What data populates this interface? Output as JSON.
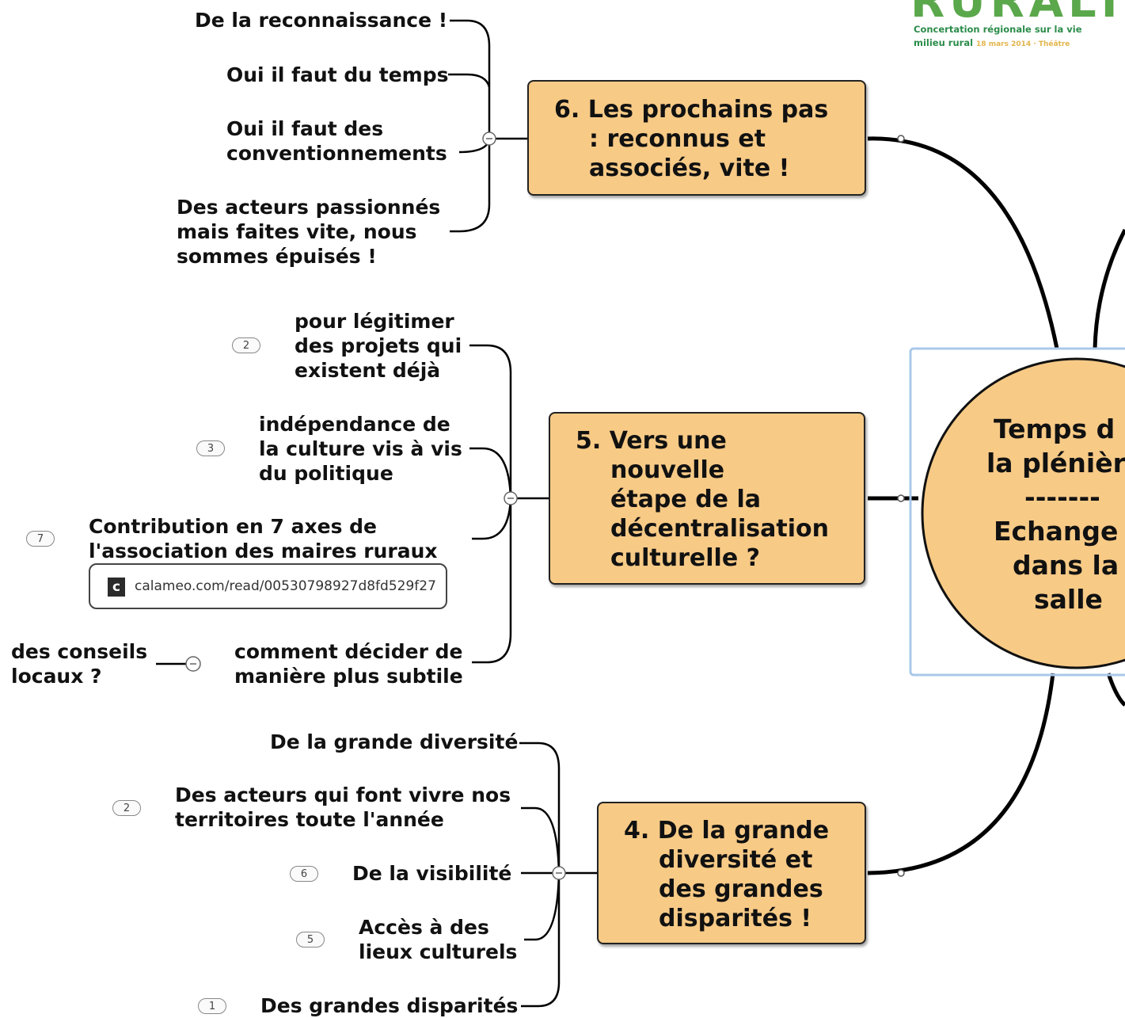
{
  "logo": {
    "brand": "RURALI",
    "line1": "Concertation régionale sur la vie",
    "line2": "milieu rural",
    "line2_faded": "18 mars 2014 · Théâtre"
  },
  "center": {
    "line1": "Temps d",
    "line2": "la plénièr",
    "line3": "-------",
    "line4": "Echange",
    "line5": "dans la",
    "line6": "salle"
  },
  "node6": {
    "line1": "6. Les prochains pas",
    "line2": ": reconnus et",
    "line3": "associés, vite !",
    "children": [
      {
        "lines": [
          "De la reconnaissance !"
        ]
      },
      {
        "lines": [
          "Oui il faut du temps"
        ]
      },
      {
        "lines": [
          "Oui il faut des",
          "conventionnements"
        ]
      },
      {
        "lines": [
          "Des acteurs passionnés",
          "mais faites vite, nous",
          "sommes épuisés !"
        ]
      }
    ]
  },
  "node5": {
    "line1": "5. Vers une",
    "line2": "nouvelle",
    "line3": "étape de la",
    "line4": "décentralisation",
    "line5": "culturelle ?",
    "children": [
      {
        "badge": "2",
        "lines": [
          "pour légitimer",
          "des projets qui",
          "existent déjà"
        ]
      },
      {
        "badge": "3",
        "lines": [
          "indépendance de",
          "la culture vis à vis",
          "du politique"
        ]
      },
      {
        "badge": "7",
        "lines": [
          "Contribution en 7 axes de",
          "l'association des maires ruraux"
        ],
        "link": "calameo.com/read/00530798927d8fd529f27"
      },
      {
        "lines": [
          "comment décider de",
          "manière plus subtile"
        ],
        "sub": [
          "des conseils",
          "locaux ?"
        ]
      }
    ]
  },
  "node4": {
    "line1": "4. De la grande",
    "line2": "diversité et",
    "line3": "des grandes",
    "line4": "disparités !",
    "children": [
      {
        "lines": [
          "De la grande diversité"
        ]
      },
      {
        "badge": "2",
        "lines": [
          "Des acteurs qui font vivre nos",
          "territoires toute l'année"
        ]
      },
      {
        "badge": "6",
        "lines": [
          "De la visibilité"
        ]
      },
      {
        "badge": "5",
        "lines": [
          "Accès à des",
          "lieux culturels"
        ]
      },
      {
        "badge": "1",
        "lines": [
          "Des grandes disparités"
        ]
      }
    ]
  },
  "colors": {
    "box_fill": "#f7ca86",
    "box_border": "#222222",
    "center_fill": "#f7ca86",
    "selection": "#a9c8ea",
    "logo_green": "#5aa84b"
  }
}
